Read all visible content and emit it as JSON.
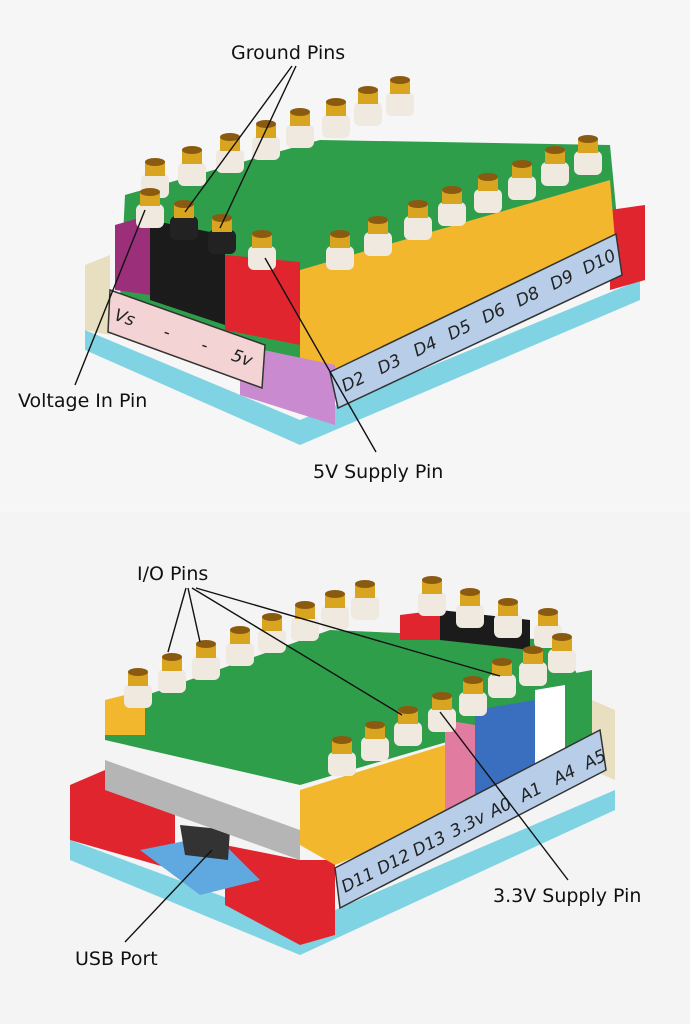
{
  "top_photo": {
    "annotations": {
      "ground_pins": "Ground Pins",
      "voltage_in_pin": "Voltage In Pin",
      "supply_5v_pin": "5V Supply Pin"
    },
    "power_strip": [
      "Vs",
      "-",
      "-",
      "5v"
    ],
    "digital_strip": [
      "D2",
      "D3",
      "D4",
      "D5",
      "D6",
      "D8",
      "D9",
      "D10"
    ]
  },
  "bottom_photo": {
    "annotations": {
      "io_pins": "I/O Pins",
      "supply_3v3_pin": "3.3V Supply Pin",
      "usb_port": "USB Port"
    },
    "pin_strip": [
      "D11",
      "D12",
      "D13",
      "3.3v",
      "A0",
      "A1",
      "A4",
      "A5"
    ]
  },
  "colors": {
    "green": "#2e9e4a",
    "yellow": "#f2b72d",
    "red": "#e0252e",
    "black": "#1b1b1b",
    "cyan": "#7fd3e3",
    "label_blue": "#b7cde8",
    "label_pink": "#f3d3d3",
    "purple": "#c98ad0",
    "gold": "#d9a520"
  }
}
